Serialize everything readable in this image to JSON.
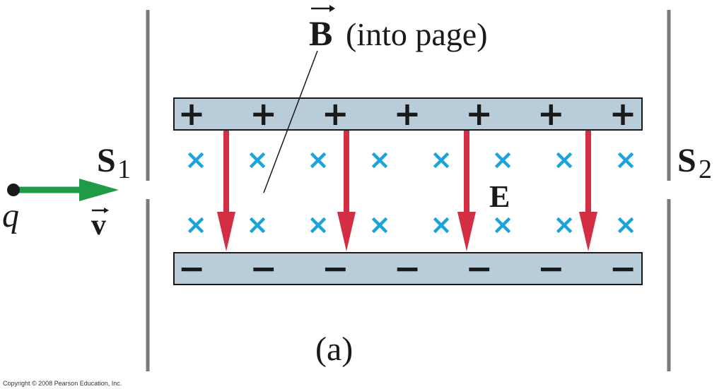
{
  "labels": {
    "b_field_symbol": "B",
    "b_field_desc": "(into page)",
    "slit_1_letter": "S",
    "slit_1_sub": "1",
    "slit_2_letter": "S",
    "slit_2_sub": "2",
    "e_field": "E",
    "charge": "q",
    "velocity": "v",
    "panel_label": "(a)",
    "copyright": "Copyright © 2008 Pearson Education, Inc."
  },
  "plates": {
    "top_sign": "+",
    "bottom_sign": "−",
    "sign_count": 7
  },
  "field_marks": {
    "b_symbol": "×",
    "count_per_row": 8,
    "rows": 2
  },
  "e_arrows": {
    "count": 4
  },
  "colors": {
    "plate_fill": "#b8cdd9",
    "plate_stroke": "#1a1a1a",
    "wall": "#7a7a7a",
    "e_arrow": "#d42e45",
    "b_marks": "#1ba3dc",
    "velocity_arrow": "#1f9a46",
    "text": "#1a1a1a"
  }
}
